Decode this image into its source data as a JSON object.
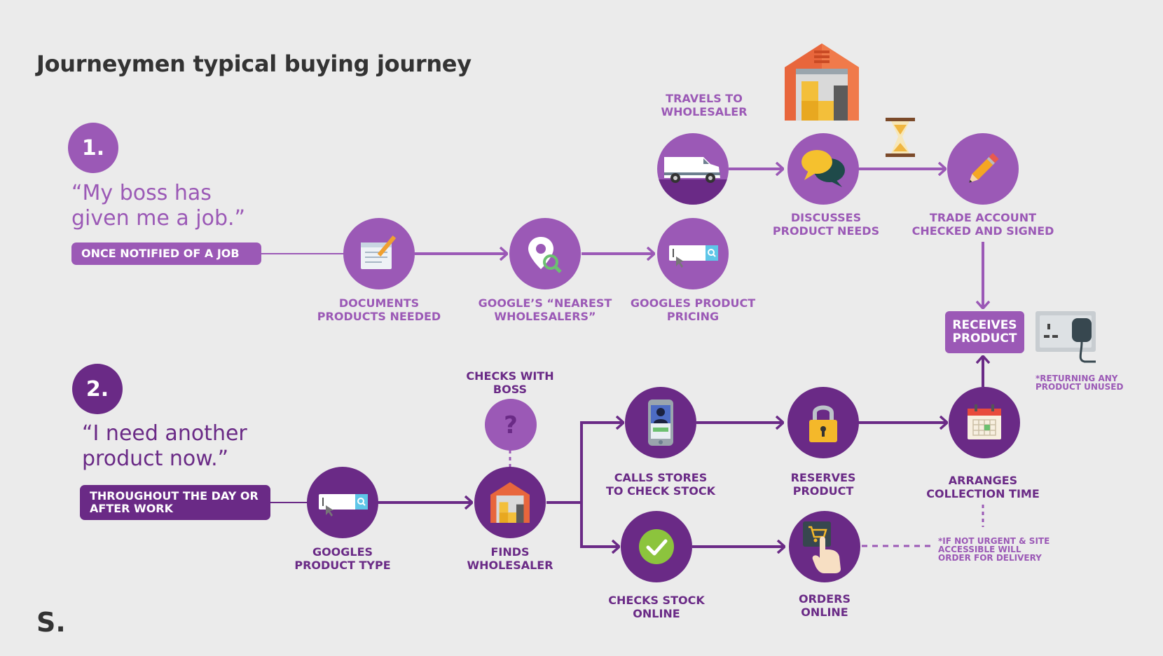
{
  "title": "Journeymen typical buying journey",
  "brand": "S.",
  "colors": {
    "light_purple": "#9b59b6",
    "dark_purple": "#6a2a86",
    "background": "#ebebeb"
  },
  "journey1": {
    "number": "1.",
    "quote": "“My boss has\ngiven me a job.”",
    "trigger": "ONCE NOTIFIED OF A JOB",
    "steps": [
      {
        "label": "DOCUMENTS\nPRODUCTS NEEDED",
        "icon": "document-pencil-icon"
      },
      {
        "label": "GOOGLE’S “NEAREST\nWHOLESALERS”",
        "icon": "map-pin-search-icon"
      },
      {
        "label": "GOOGLES PRODUCT\nPRICING",
        "icon": "search-bar-icon"
      },
      {
        "label": "TRAVELS TO\nWHOLESALER",
        "icon": "van-icon"
      },
      {
        "label": "DISCUSSES\nPRODUCT NEEDS",
        "icon": "speech-bubbles-icon"
      },
      {
        "label": "TRADE ACCOUNT\nCHECKED AND SIGNED",
        "icon": "pencil-icon"
      }
    ]
  },
  "journey2": {
    "number": "2.",
    "quote": "“I need another\nproduct now.”",
    "trigger": "THROUGHOUT THE DAY OR\nAFTER WORK",
    "steps": [
      {
        "label": "GOOGLES\nPRODUCT TYPE",
        "icon": "search-bar-icon"
      },
      {
        "label": "CHECKS WITH\nBOSS",
        "icon": "question-icon"
      },
      {
        "label": "FINDS\nWHOLESALER",
        "icon": "warehouse-icon"
      },
      {
        "label": "CALLS STORES\nTO CHECK STOCK",
        "icon": "phone-icon"
      },
      {
        "label": "RESERVES\nPRODUCT",
        "icon": "lock-icon"
      },
      {
        "label": "ARRANGES\nCOLLECTION TIME",
        "icon": "calendar-icon"
      },
      {
        "label": "CHECKS STOCK\nONLINE",
        "icon": "checkmark-icon"
      },
      {
        "label": "ORDERS\nONLINE",
        "icon": "cart-tap-icon"
      }
    ]
  },
  "outcome": "RECEIVES\nPRODUCT",
  "notes": {
    "returning": "*RETURNING ANY\nPRODUCT UNUSED",
    "delivery": "*IF NOT URGENT & SITE\nACCESSIBLE WILL\nORDER FOR DELIVERY"
  }
}
